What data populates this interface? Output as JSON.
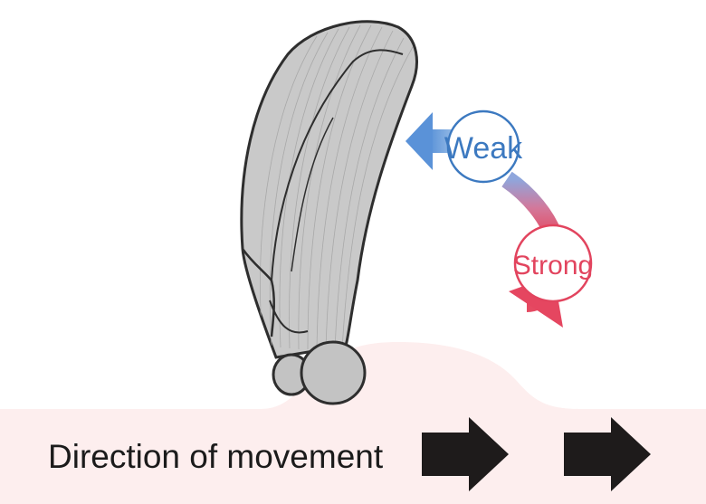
{
  "labels": {
    "weak": "Weak",
    "strong": "Strong",
    "direction": "Direction of movement"
  },
  "colors": {
    "skin": "#fdeeee",
    "blade_fill": "#c8c8c8",
    "blade_stroke": "#2e2e2e",
    "weak_blue": "#3a78c0",
    "weak_arrow": "#6fa3dc",
    "strong_red": "#e24660",
    "movement_arrow": "#1e1b1b"
  },
  "icons": {
    "weak_arrow": "arrow-left-icon",
    "gradient_arrow": "curved-arrow-down-icon",
    "movement_arrows": "arrow-right-icon"
  }
}
